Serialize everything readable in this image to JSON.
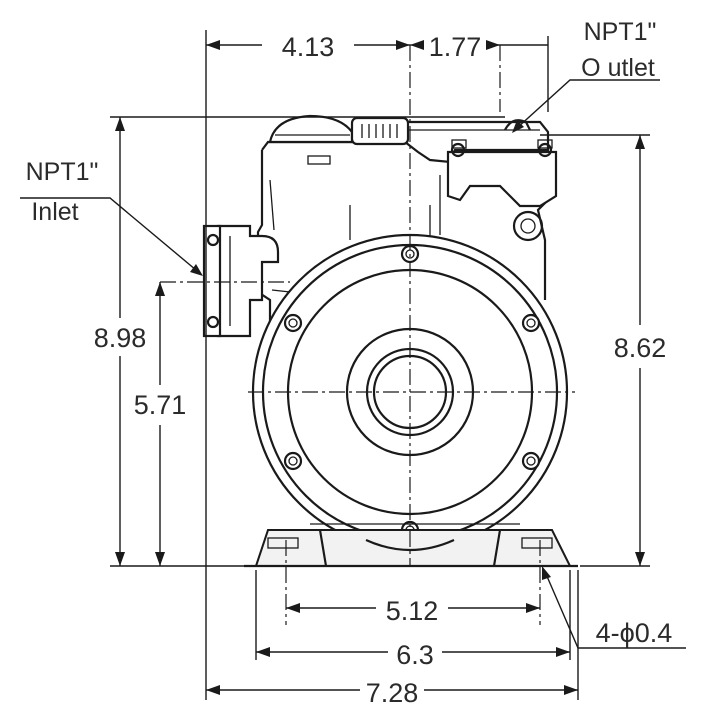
{
  "dimensions": {
    "inlet_to_center": "4.13",
    "center_to_outlet": "1.77",
    "overall_height": "8.98",
    "inlet_height": "5.71",
    "outlet_height": "8.62",
    "mount_hole_spacing": "5.12",
    "base_width": "6.3",
    "overall_width": "7.28",
    "mount_holes": "4-ϕ0.4"
  },
  "labels": {
    "inlet_line1": "NPT1\"",
    "inlet_line2": "Inlet",
    "outlet_line1": "NPT1\"",
    "outlet_line2": "O utlet"
  }
}
